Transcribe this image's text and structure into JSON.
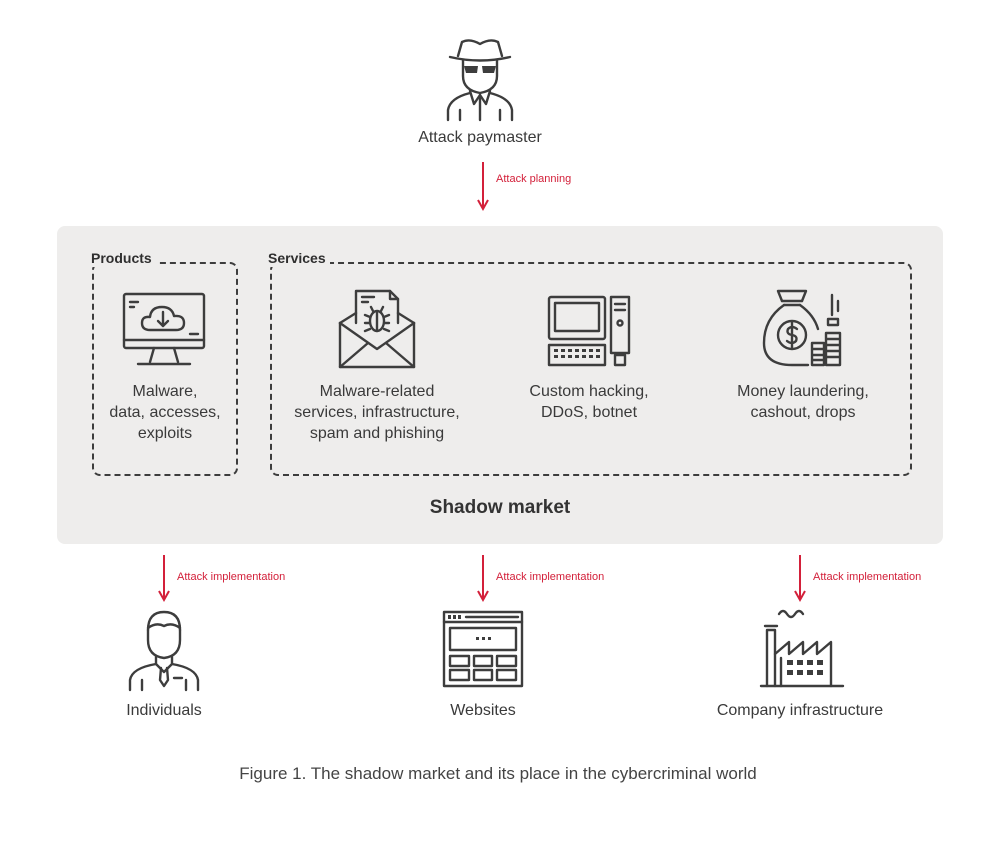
{
  "top": {
    "actor_label": "Attack paymaster",
    "planning_arrow_label": "Attack planning"
  },
  "market": {
    "title": "Shadow market",
    "products": {
      "title": "Products",
      "items": [
        {
          "icon": "computer-download-icon",
          "label": "Malware,\ndata, accesses,\nexploits"
        }
      ]
    },
    "services": {
      "title": "Services",
      "items": [
        {
          "icon": "bug-envelope-icon",
          "label": "Malware-related\nservices, infrastructure,\nspam and phishing"
        },
        {
          "icon": "hacking-computer-icon",
          "label": "Custom hacking,\nDDoS, botnet"
        },
        {
          "icon": "money-bag-coins-icon",
          "label": "Money laundering,\ncashout, drops"
        }
      ]
    }
  },
  "targets": {
    "arrow_label": "Attack implementation",
    "items": [
      {
        "icon": "person-icon",
        "label": "Individuals"
      },
      {
        "icon": "website-icon",
        "label": "Websites"
      },
      {
        "icon": "factory-icon",
        "label": "Company infrastructure"
      }
    ]
  },
  "caption": "Figure 1. The shadow market and its place in the cybercriminal world",
  "colors": {
    "accent": "#d3203a",
    "panel": "#eeedec",
    "ink": "#3d3d3d"
  }
}
